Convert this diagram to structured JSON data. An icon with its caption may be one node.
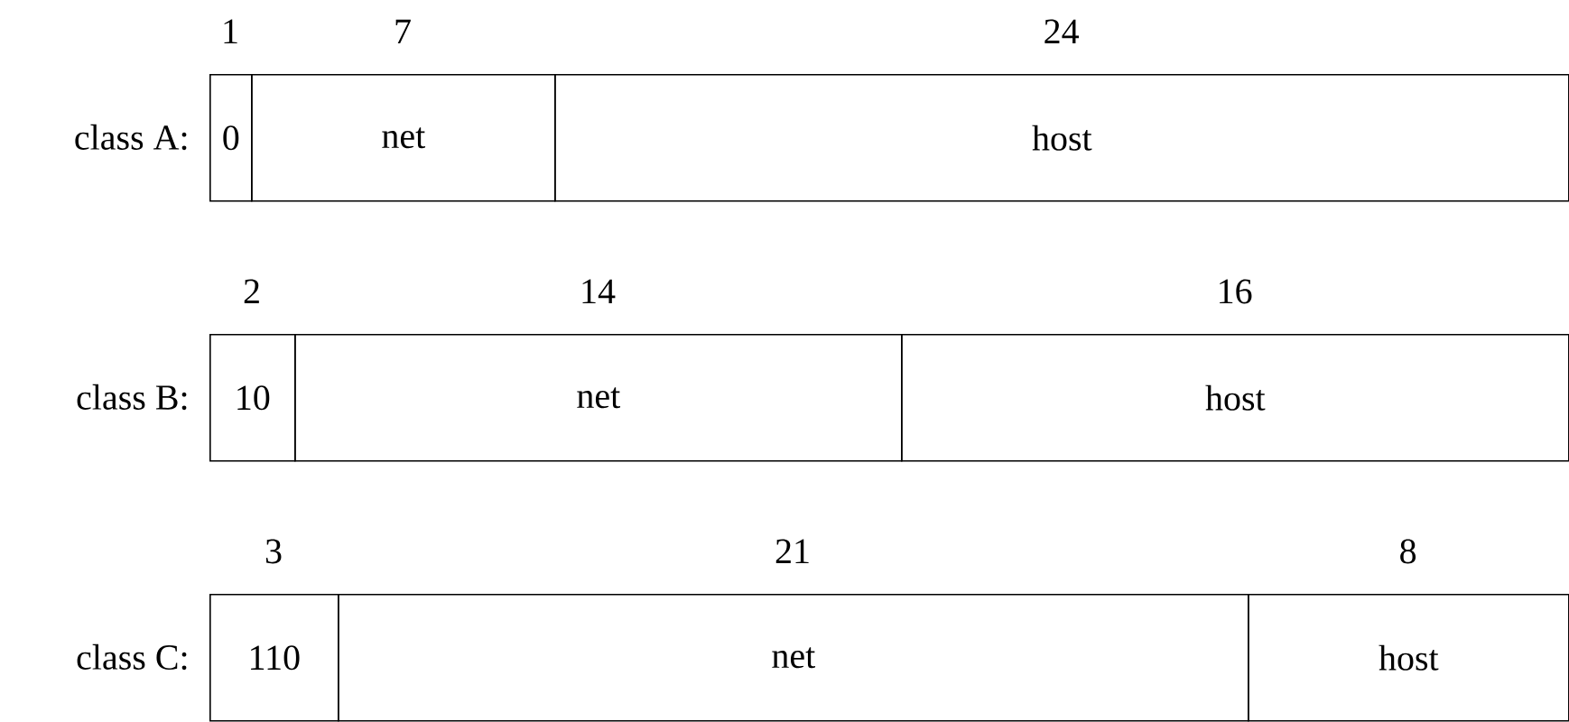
{
  "diagram": {
    "nodes": [
      {
        "text": [
          "0"
        ],
        "beside": [
          "1"
        ]
      },
      {
        "text": [
          "net"
        ],
        "beside": [
          "7"
        ]
      },
      {
        "text": [
          "host"
        ],
        "beside": [
          "24"
        ]
      },
      {
        "text": [
          "10"
        ],
        "beside": [
          "2"
        ]
      },
      {
        "text": [
          "net"
        ],
        "beside": [
          "14"
        ]
      },
      {
        "text": [
          "host"
        ],
        "beside": [
          "16"
        ]
      },
      {
        "text": [
          "110"
        ],
        "beside": [
          "3"
        ]
      },
      {
        "text": [
          "net"
        ],
        "beside": [
          "21"
        ]
      },
      {
        "text": [
          "host"
        ],
        "beside": [
          "8"
        ]
      }
    ],
    "labels": [
      "class A:",
      "class B:",
      "class C:"
    ]
  }
}
